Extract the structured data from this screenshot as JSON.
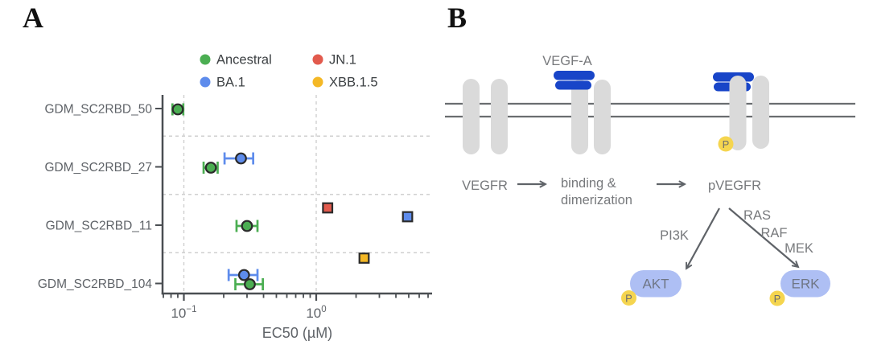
{
  "panels": {
    "a_label": "A",
    "b_label": "B"
  },
  "chart_data": {
    "type": "scatter",
    "title": "",
    "xlabel": "EC50 (µM)",
    "ylabel": "",
    "xscale": "log",
    "xlim": [
      0.069,
      7.5
    ],
    "grid": true,
    "legend_position": "top",
    "xticks": {
      "major": [
        0.1,
        1
      ],
      "major_labels": [
        {
          "base": "10",
          "exp": "−1"
        },
        {
          "base": "10",
          "exp": "0"
        }
      ],
      "minor": [
        0.07,
        0.08,
        0.09,
        0.2,
        0.3,
        0.4,
        0.5,
        0.6,
        0.7,
        0.8,
        0.9,
        2,
        3,
        4,
        5,
        6,
        7
      ]
    },
    "categories": [
      "GDM_SC2RBD_50",
      "GDM_SC2RBD_27",
      "GDM_SC2RBD_11",
      "GDM_SC2RBD_104"
    ],
    "legend": [
      {
        "label": "Ancestral",
        "color": "#4BAE52"
      },
      {
        "label": "BA.1",
        "color": "#5E8CEC"
      },
      {
        "label": "JN.1",
        "color": "#E25A4D"
      },
      {
        "label": "XBB.1.5",
        "color": "#F4B826"
      }
    ],
    "series": [
      {
        "name": "Ancestral",
        "color": "#4BAE52",
        "points": [
          {
            "category": "GDM_SC2RBD_50",
            "ec50": 0.09,
            "ci": [
              0.082,
              0.099
            ],
            "marker": "circle"
          },
          {
            "category": "GDM_SC2RBD_27",
            "ec50": 0.16,
            "ci": [
              0.141,
              0.18
            ],
            "marker": "circle"
          },
          {
            "category": "GDM_SC2RBD_11",
            "ec50": 0.3,
            "ci": [
              0.25,
              0.36
            ],
            "marker": "circle"
          },
          {
            "category": "GDM_SC2RBD_104",
            "ec50": 0.315,
            "ci": [
              0.245,
              0.395
            ],
            "marker": "circle"
          }
        ]
      },
      {
        "name": "BA.1",
        "color": "#5E8CEC",
        "points": [
          {
            "category": "GDM_SC2RBD_27",
            "ec50": 0.27,
            "ci": [
              0.203,
              0.334
            ],
            "marker": "circle"
          },
          {
            "category": "GDM_SC2RBD_11",
            "ec50": 4.9,
            "ci": null,
            "marker": "square"
          },
          {
            "category": "GDM_SC2RBD_104",
            "ec50": 0.285,
            "ci": [
              0.218,
              0.36
            ],
            "marker": "circle"
          }
        ]
      },
      {
        "name": "JN.1",
        "color": "#E25A4D",
        "points": [
          {
            "category": "GDM_SC2RBD_11",
            "ec50": 1.22,
            "ci": null,
            "marker": "square"
          }
        ]
      },
      {
        "name": "XBB.1.5",
        "color": "#F4B826",
        "points": [
          {
            "category": "GDM_SC2RBD_104",
            "ec50": 2.3,
            "ci": null,
            "marker": "square"
          }
        ]
      }
    ]
  },
  "pathway": {
    "ligand_label": "VEGF-A",
    "step1": "VEGFR",
    "step2a": "binding &",
    "step2b": "dimerization",
    "step3": "pVEGFR",
    "branch_left": "PI3K",
    "cascade": [
      "RAS",
      "RAF",
      "MEK"
    ],
    "node_left": "AKT",
    "node_right": "ERK",
    "phospho": "P",
    "colors": {
      "ligand_blue": "#1845C8",
      "receptor_gray": "#DADADA",
      "membrane_gray": "#6A6D70",
      "node_fill": "#AEBFF4",
      "phospho_fill": "#F5D54F",
      "text_gray": "#77797C",
      "arrow_gray": "#5F6368"
    }
  }
}
